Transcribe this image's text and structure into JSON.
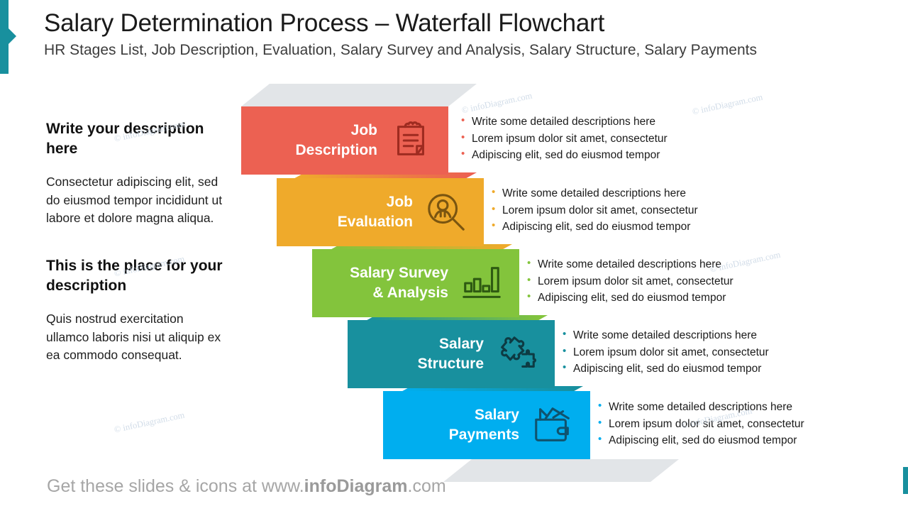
{
  "header": {
    "title": "Salary Determination Process – Waterfall Flowchart",
    "subtitle": "HR Stages List, Job Description, Evaluation, Salary Survey and Analysis, Salary Structure, Salary Payments"
  },
  "colors": {
    "accent_teal": "#18909E",
    "step_1": "#EC6152",
    "step_2": "#EFAA2B",
    "step_3": "#83C43C",
    "step_4": "#18909E",
    "step_5": "#00AEEF",
    "ghost": "#E2E5E8"
  },
  "sidebar": {
    "blocks": [
      {
        "heading": "Write your\ndescription here",
        "body": "Consectetur  adipiscing elit, sed do eiusmod tempor incididunt ut labore et dolore magna aliqua."
      },
      {
        "heading": "This is the place\nfor your description",
        "body": "Quis nostrud  exercitation ullamco laboris nisi ut aliquip ex ea commodo consequat."
      }
    ]
  },
  "waterfall": {
    "steps": [
      {
        "label": "Job\nDescription",
        "icon": "clipboard-icon",
        "color": "#EC6152",
        "bullets": [
          "Write some detailed descriptions here",
          "Lorem ipsum dolor sit amet, consectetur",
          "Adipiscing elit,  sed do eiusmod tempor"
        ]
      },
      {
        "label": "Job\nEvaluation",
        "icon": "person-magnifier-icon",
        "color": "#EFAA2B",
        "bullets": [
          "Write some detailed descriptions here",
          "Lorem ipsum dolor sit amet, consectetur",
          "Adipiscing elit,  sed do eiusmod tempor"
        ]
      },
      {
        "label": "Salary Survey\n& Analysis",
        "icon": "bar-chart-icon",
        "color": "#83C43C",
        "bullets": [
          "Write some detailed descriptions here",
          "Lorem ipsum dolor sit amet, consectetur",
          "Adipiscing elit,  sed do eiusmod tempor"
        ]
      },
      {
        "label": "Salary\nStructure",
        "icon": "puzzle-pieces-icon",
        "color": "#18909E",
        "bullets": [
          "Write some detailed descriptions here",
          "Lorem ipsum dolor sit amet, consectetur",
          "Adipiscing elit,  sed do eiusmod tempor"
        ]
      },
      {
        "label": "Salary\nPayments",
        "icon": "wallet-icon",
        "color": "#00AEEF",
        "bullets": [
          "Write some detailed descriptions here",
          "Lorem ipsum dolor sit amet, consectetur",
          "Adipiscing elit,  sed do eiusmod tempor"
        ]
      }
    ]
  },
  "watermarks": [
    "© infoDiagram.com",
    "© infoDiagram.com",
    "© infoDiagram.com",
    "© infoDiagram.com",
    "© infoDiagram.com",
    "© infoDiagram.com",
    "© infoDiagram.com"
  ],
  "footer": {
    "prefix": "Get these slides & icons at www.",
    "brand": "infoDiagram",
    "suffix": ".com"
  }
}
